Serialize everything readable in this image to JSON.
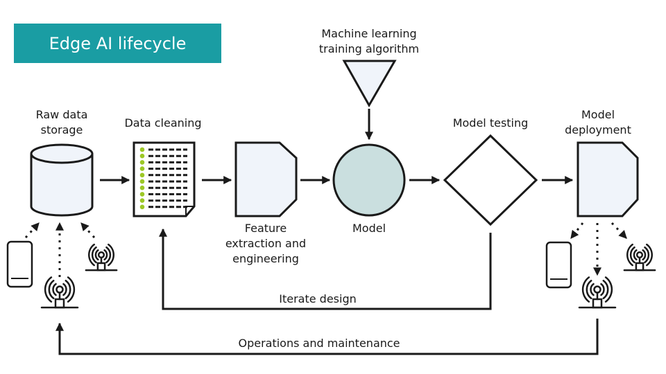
{
  "title": "Edge AI lifecycle",
  "nodes": {
    "raw_data_storage": [
      "Raw data",
      "storage"
    ],
    "data_cleaning": "Data cleaning",
    "feature_extraction": [
      "Feature",
      "extraction and",
      "engineering"
    ],
    "ml_training_algorithm": [
      "Machine learning",
      "training algorithm"
    ],
    "model": "Model",
    "model_testing": "Model testing",
    "model_deployment": [
      "Model",
      "deployment"
    ]
  },
  "loops": {
    "iterate_design": "Iterate design",
    "operations_maintenance": "Operations and maintenance"
  },
  "colors": {
    "title_bg": "#1a9da3",
    "model_fill": "#cadfdf",
    "shape_fill": "#f0f4fa",
    "checkmark": "#9cc827",
    "stroke": "#1a1a1a"
  }
}
